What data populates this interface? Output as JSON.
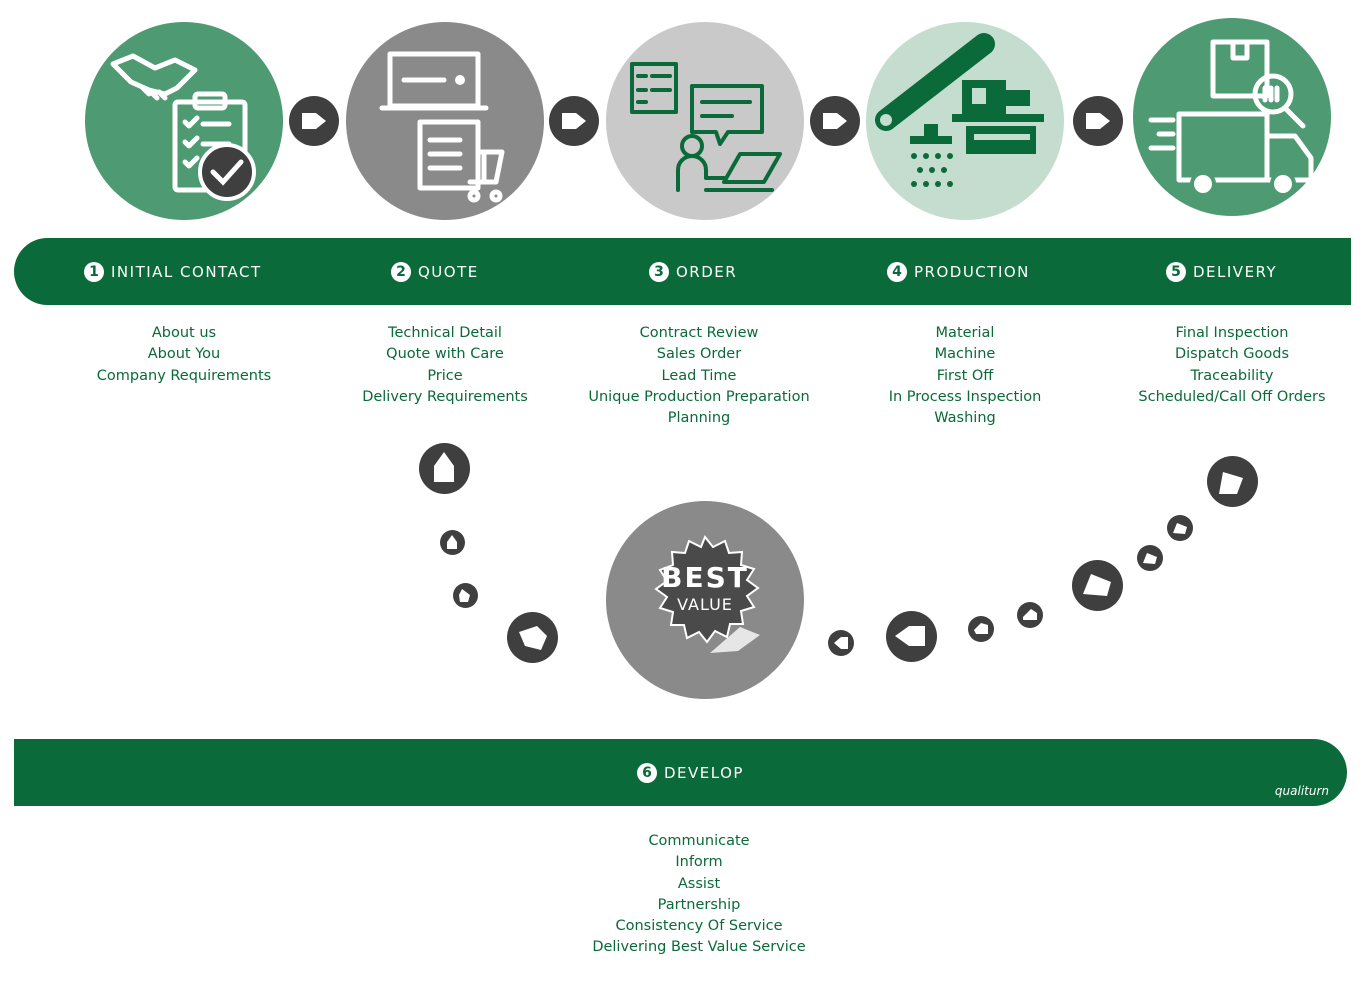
{
  "stages": [
    {
      "num": "1",
      "label": "INITIAL CONTACT",
      "items": [
        "About us",
        "About You",
        "Company Requirements"
      ]
    },
    {
      "num": "2",
      "label": "QUOTE",
      "items": [
        "Technical Detail",
        "Quote with Care",
        "Price",
        "Delivery Requirements"
      ]
    },
    {
      "num": "3",
      "label": "ORDER",
      "items": [
        "Contract Review",
        "Sales Order",
        "Lead Time",
        "Unique Production Preparation",
        "Planning"
      ]
    },
    {
      "num": "4",
      "label": "PRODUCTION",
      "items": [
        "Material",
        "Machine",
        "First Off",
        "In Process Inspection",
        "Washing"
      ]
    },
    {
      "num": "5",
      "label": "DELIVERY",
      "items": [
        "Final Inspection",
        "Dispatch Goods",
        "Traceability",
        "Scheduled/Call Off Orders"
      ]
    }
  ],
  "develop": {
    "num": "6",
    "label": "DEVELOP",
    "items": [
      "Communicate",
      "Inform",
      "Assist",
      "Partnership",
      "Consistency Of Service",
      "Delivering Best Value Service"
    ]
  },
  "badge": {
    "line1": "BEST",
    "line2": "VALUE"
  },
  "brand": "qualiturn",
  "colors": {
    "green": "#0a6a3a",
    "mid_green": "#4e9a72",
    "light_green": "#c4ddcf",
    "dark_grey": "#3f3f3f",
    "mid_grey": "#8a8a8a",
    "light_grey": "#c9c9c9"
  },
  "icons": [
    "handshake-clipboard-icon",
    "laptop-cart-icon",
    "order-chat-icon",
    "production-machine-icon",
    "delivery-truck-icon",
    "best-value-seal-icon"
  ]
}
